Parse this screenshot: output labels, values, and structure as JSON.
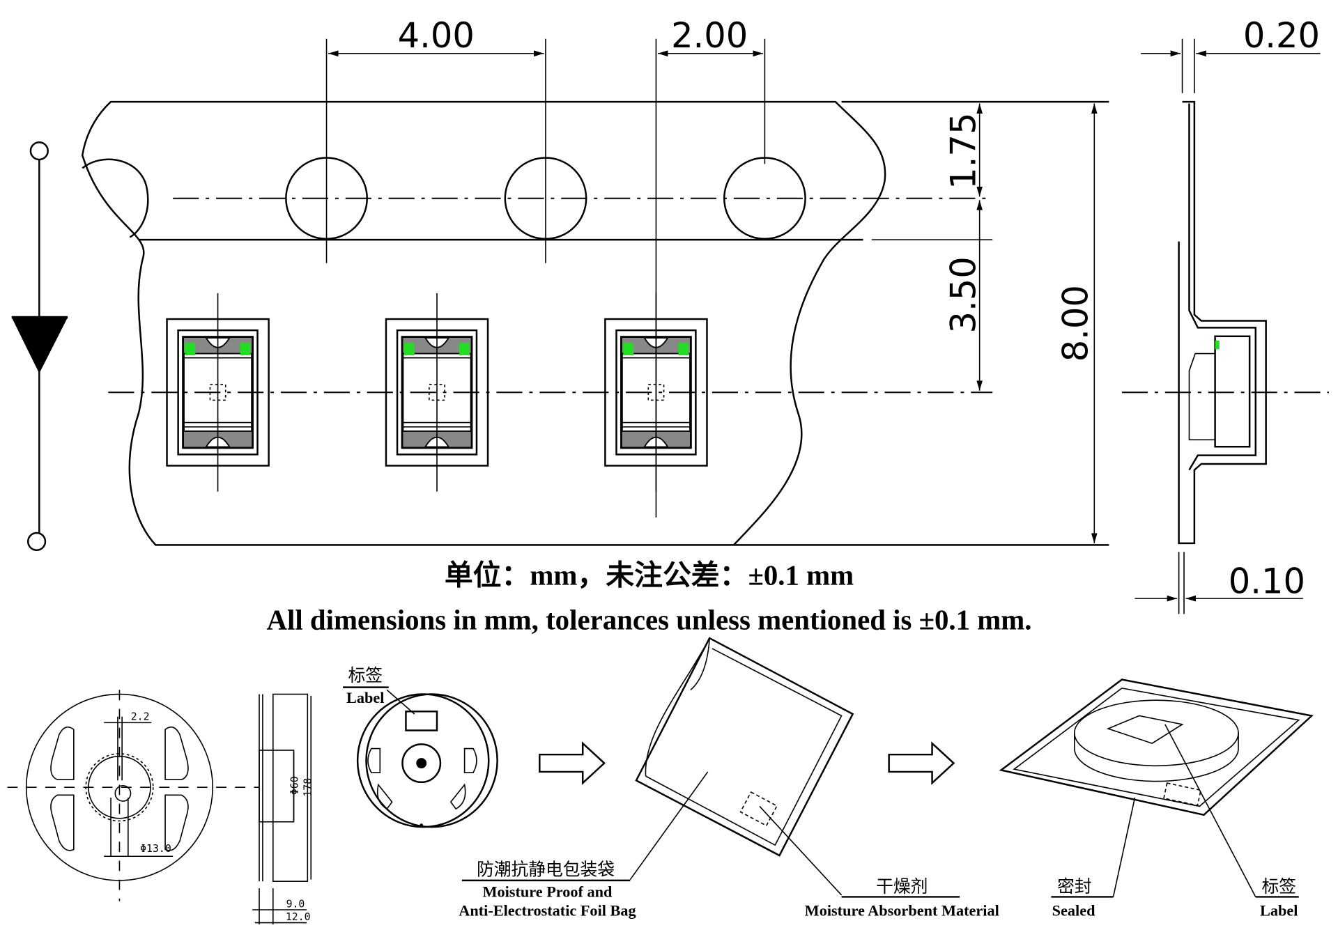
{
  "tape_dimensions": {
    "pitch": "4.00",
    "half_pitch": "2.00",
    "thickness": "0.20",
    "edge_to_hole": "1.75",
    "hole_to_pocket": "3.50",
    "width": "8.00",
    "pocket_wall": "0.10"
  },
  "notes": {
    "chinese": "单位：mm，未注公差：±0.1 mm",
    "english": "All dimensions in mm, tolerances unless mentioned is  ±0.1 mm."
  },
  "reel_dimensions": {
    "slot": "2.2",
    "hub_hole": "Φ13.0",
    "hub": "Φ60",
    "diameter": "178",
    "inner_width": "9.0",
    "outer_width": "12.0"
  },
  "packing_labels": {
    "reel_label_cn": "标签",
    "reel_label_en": "Label",
    "bag_cn": "防潮抗静电包装袋",
    "bag_en_1": "Moisture Proof and",
    "bag_en_2": "Anti-Electrostatic Foil Bag",
    "desiccant_cn": "干燥剂",
    "desiccant_en": "Moisture Absorbent Material",
    "sealed_cn": "密封",
    "sealed_en": "Sealed",
    "label_cn": "标签",
    "label_en": "Label"
  },
  "colors": {
    "pad": "#22dd22"
  }
}
